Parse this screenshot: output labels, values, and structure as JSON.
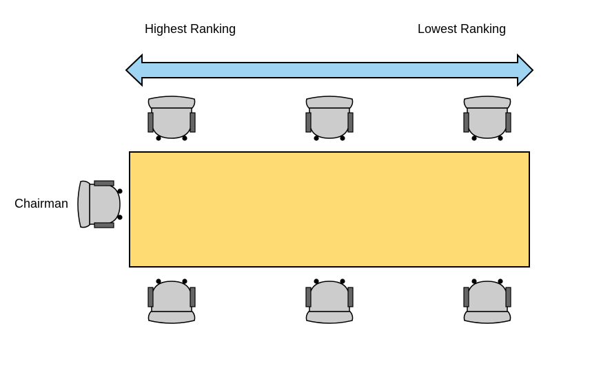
{
  "labels": {
    "highest_ranking": "Highest Ranking",
    "lowest_ranking": "Lowest Ranking",
    "chairman": "Chairman"
  },
  "colors": {
    "arrow_fill": "#9fd5f2",
    "table_fill": "#ffdc73",
    "chair_seat": "#cccccc",
    "chair_arm": "#666666",
    "outline": "#000000"
  },
  "seating": {
    "top_row_seats": 3,
    "bottom_row_seats": 3,
    "head_seats": 1
  }
}
